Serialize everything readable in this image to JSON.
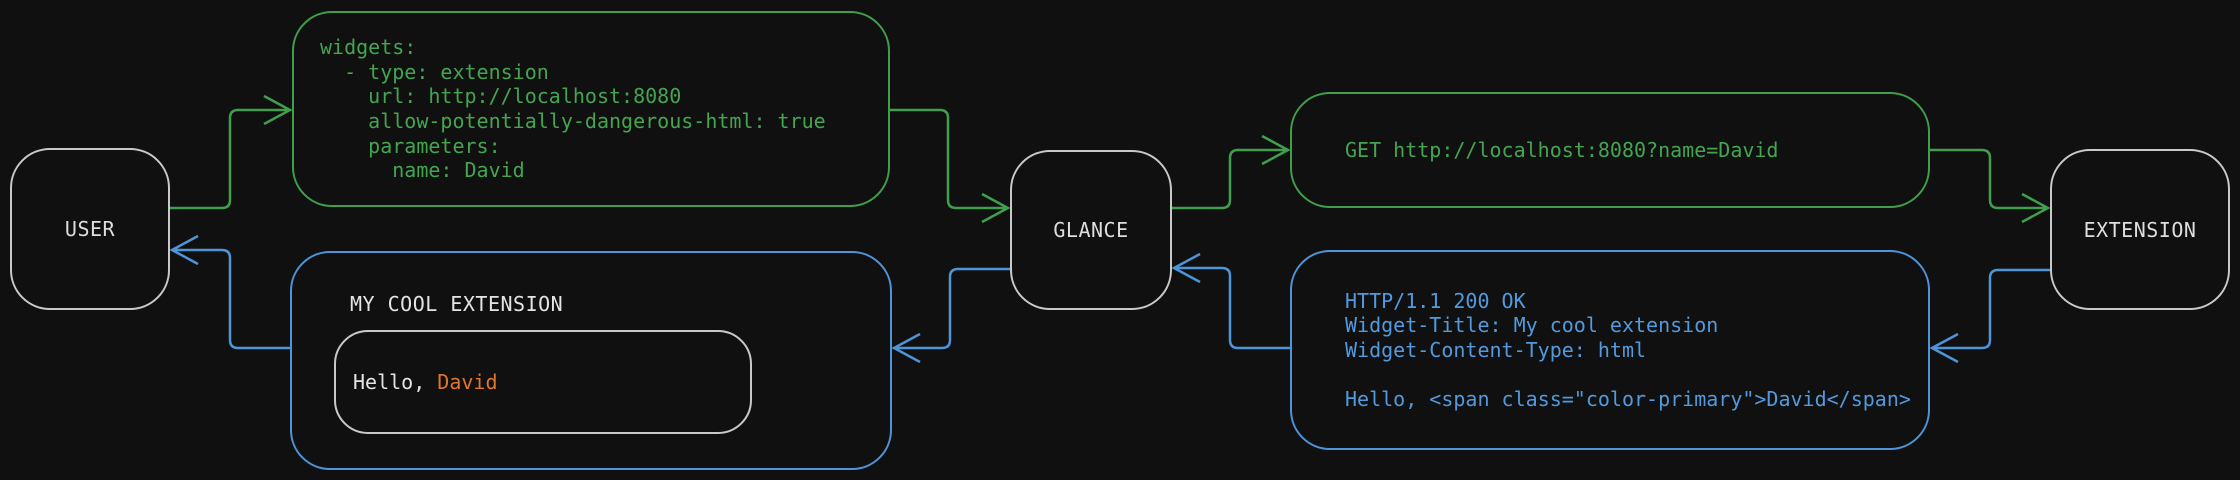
{
  "colors": {
    "background": "#101010",
    "request_green": "#3f9f4c",
    "response_blue": "#4e94d8",
    "node_border_gray": "#c9c9c9",
    "text_white": "#e4e4e4",
    "accent_orange": "#e2752e"
  },
  "nodes": {
    "user": {
      "label": "USER"
    },
    "glance": {
      "label": "GLANCE"
    },
    "extension": {
      "label": "EXTENSION"
    }
  },
  "messages": {
    "widgets_config": {
      "lines": [
        "widgets:",
        "  - type: extension",
        "    url: http://localhost:8080",
        "    allow-potentially-dangerous-html: true",
        "    parameters:",
        "      name: David"
      ]
    },
    "get_request": {
      "line": "GET http://localhost:8080?name=David"
    },
    "http_response": {
      "lines": [
        "HTTP/1.1 200 OK",
        "Widget-Title: My cool extension",
        "Widget-Content-Type: html",
        "",
        "Hello, <span class=\"color-primary\">David</span>"
      ]
    },
    "rendered_widget": {
      "title": "MY COOL EXTENSION",
      "greeting_prefix": "Hello, ",
      "greeting_name": "David"
    }
  }
}
